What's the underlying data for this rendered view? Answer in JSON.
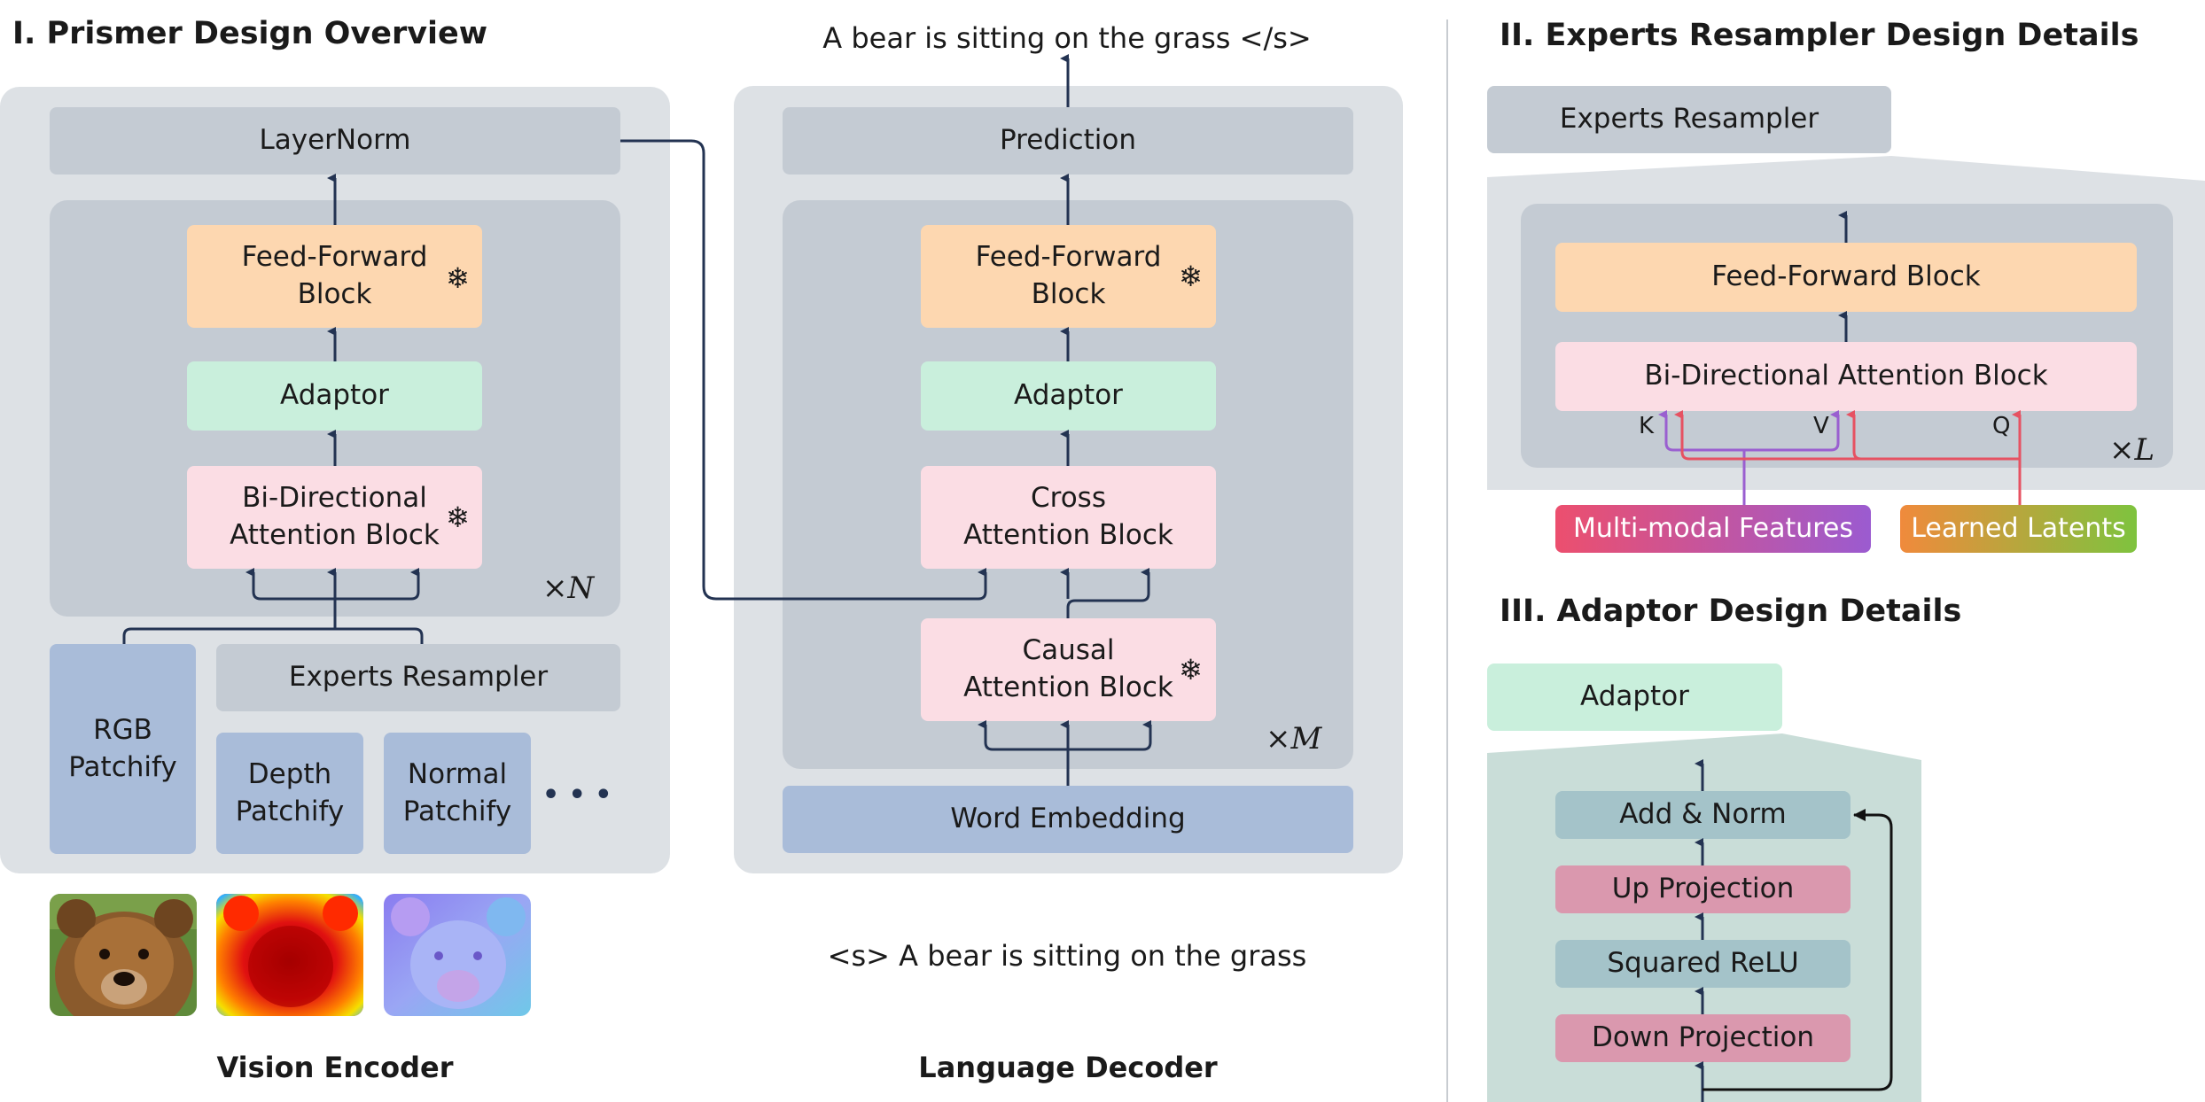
{
  "sections": {
    "overview_title": "I. Prismer Design Overview",
    "resampler_title": "II. Experts Resampler Design Details",
    "adaptor_title": "III. Adaptor Design Details"
  },
  "encoder": {
    "layernorm": "LayerNorm",
    "feed_forward": "Feed-Forward\nBlock",
    "adaptor": "Adaptor",
    "attention": "Bi-Directional\nAttention Block",
    "repeat": "×N",
    "experts_resampler": "Experts Resampler",
    "rgb": "RGB\nPatchify",
    "depth": "Depth\nPatchify",
    "normal": "Normal\nPatchify",
    "ellipsis": "• • •",
    "caption": "Vision Encoder"
  },
  "decoder": {
    "output_text": "A bear is sitting on the grass  </s>",
    "prediction": "Prediction",
    "feed_forward": "Feed-Forward\nBlock",
    "adaptor": "Adaptor",
    "cross_attention": "Cross\nAttention Block",
    "causal_attention": "Causal\nAttention Block",
    "repeat": "×M",
    "word_embedding": "Word Embedding",
    "input_text": "<s> A bear is sitting on the grass",
    "caption": "Language Decoder"
  },
  "frozen_symbol": "❄",
  "resampler_detail": {
    "header": "Experts Resampler",
    "feed_forward": "Feed-Forward  Block",
    "attention": "Bi-Directional Attention Block",
    "k": "K",
    "v": "V",
    "q": "Q",
    "repeat": "×L",
    "multimodal": "Multi-modal Features",
    "latents": "Learned Latents"
  },
  "adaptor_detail": {
    "header": "Adaptor",
    "add_norm": "Add & Norm",
    "up": "Up Projection",
    "relu": "Squared ReLU",
    "down": "Down Projection"
  },
  "colors": {
    "panel": "#dde1e5",
    "inner": "#c4cbd3",
    "line": "#233352",
    "purple": "#9a5fd0",
    "red": "#e65262"
  }
}
